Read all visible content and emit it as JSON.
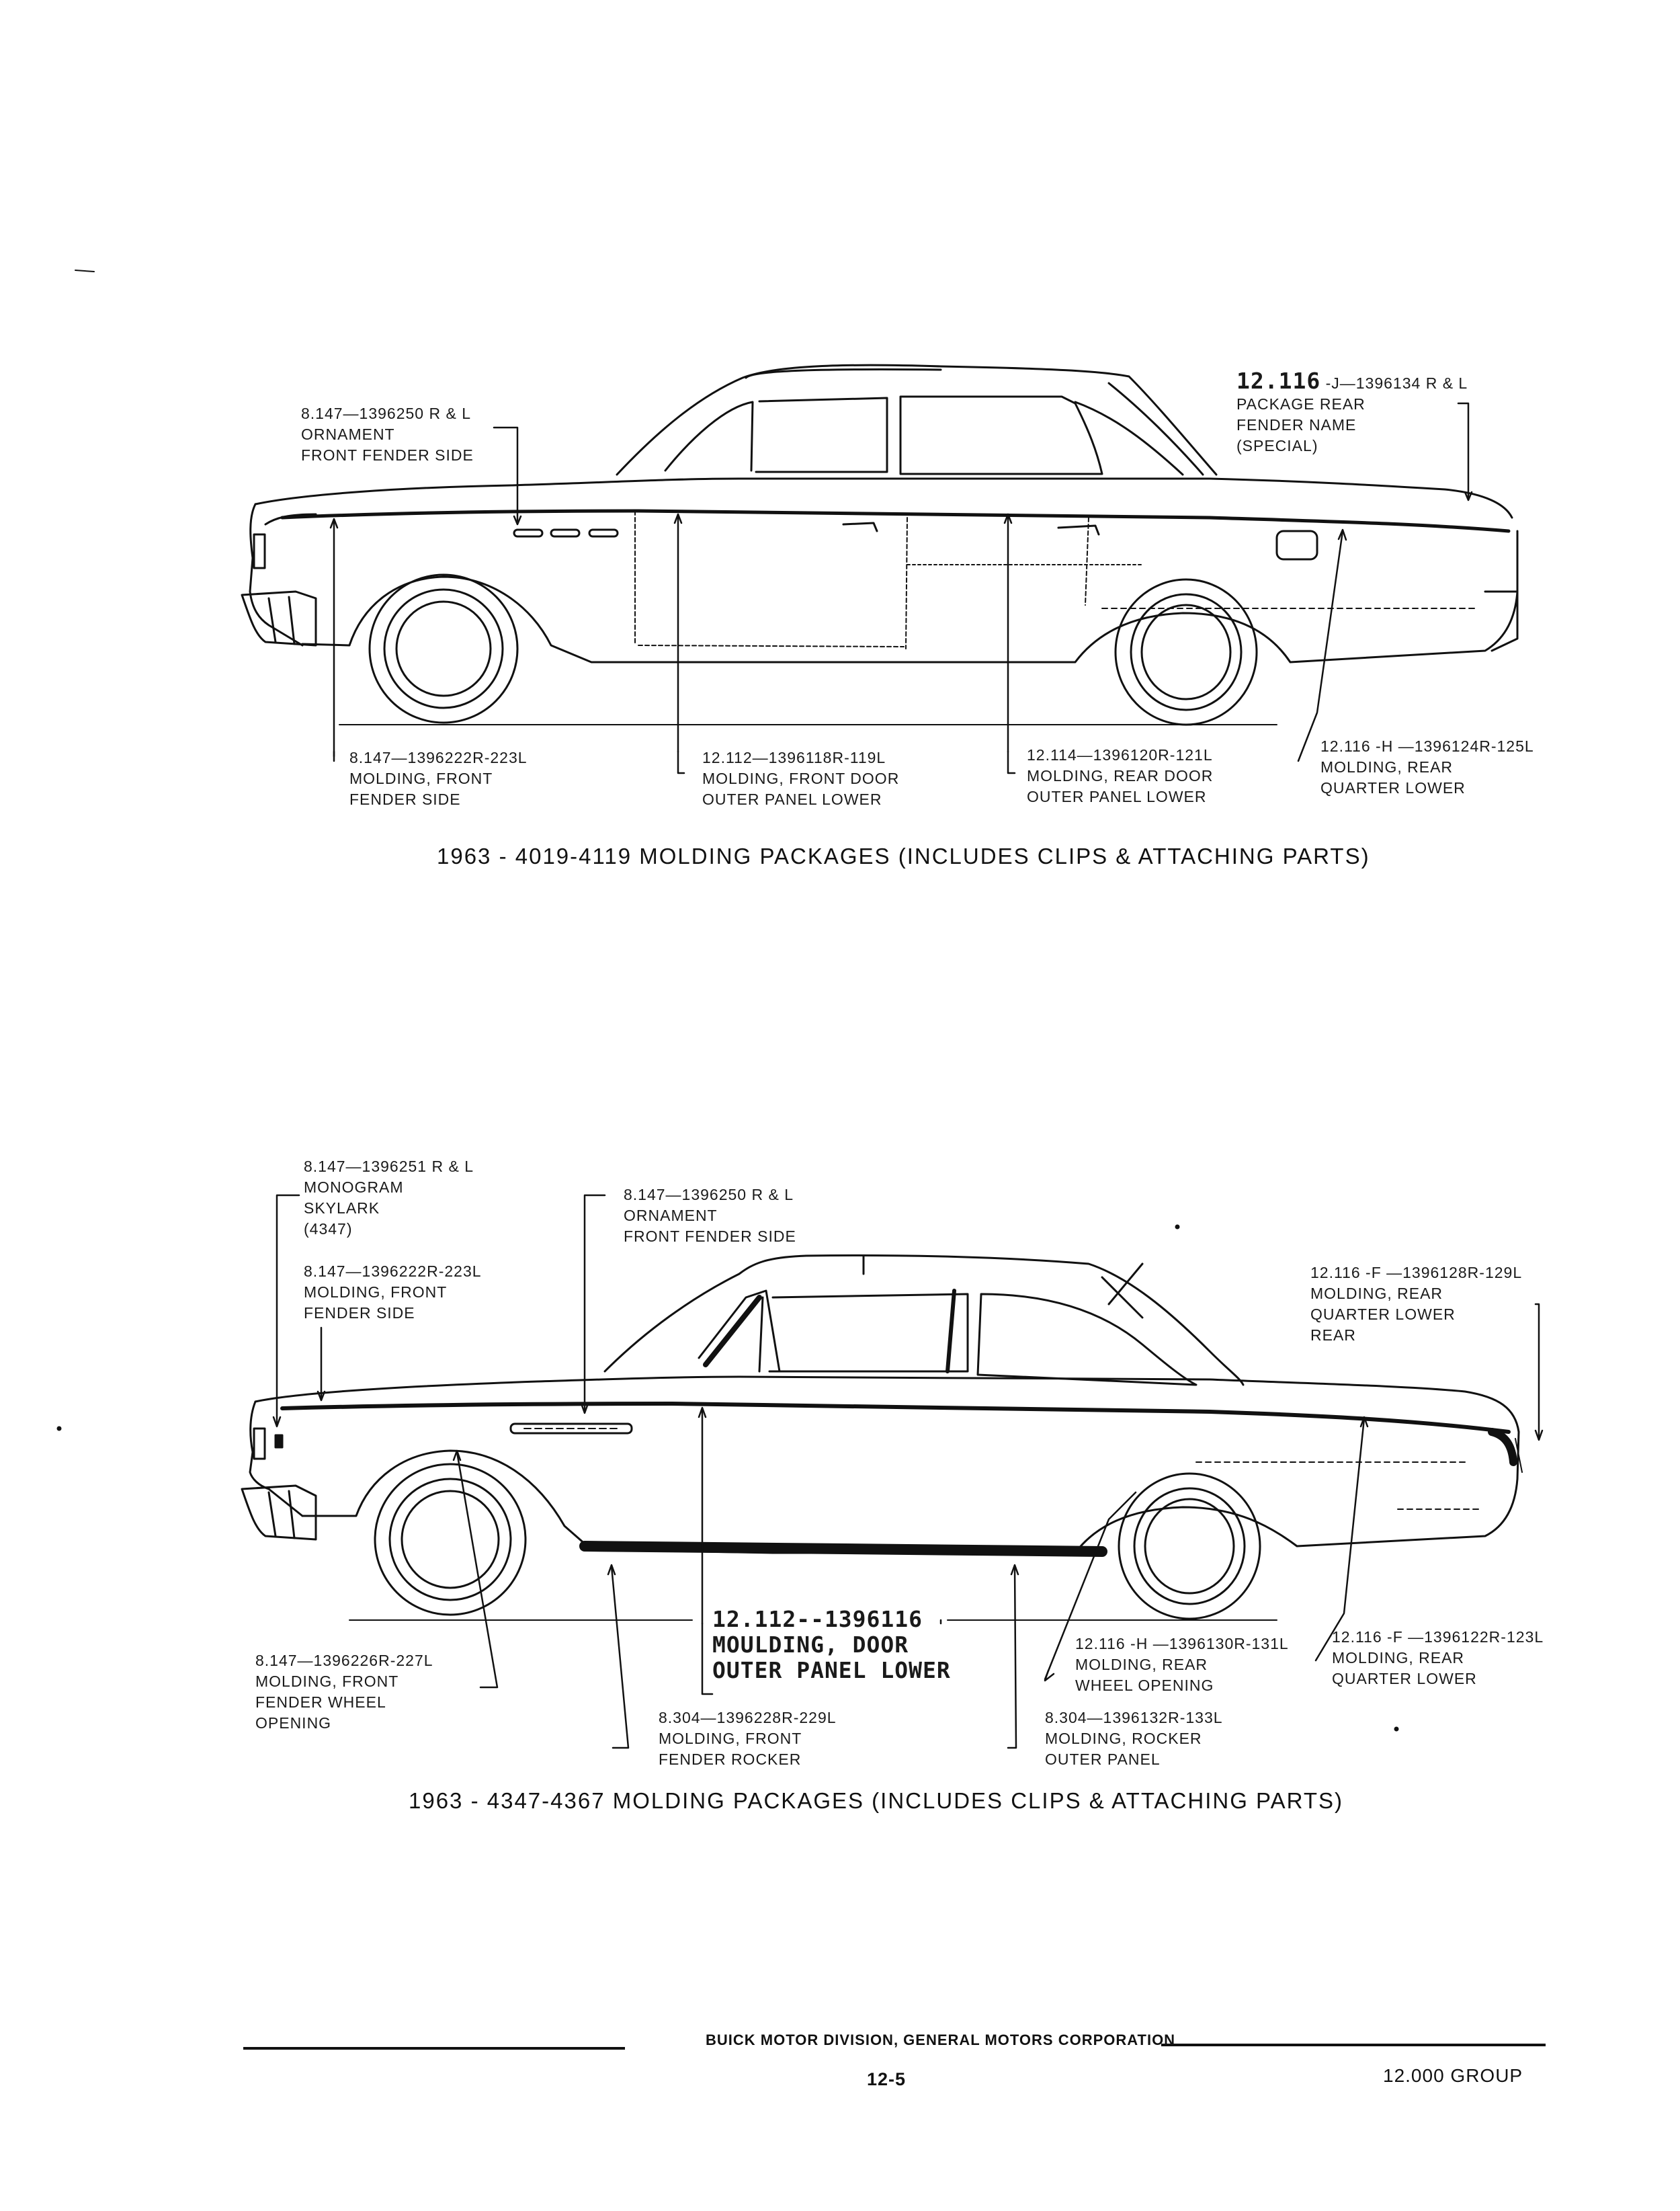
{
  "diagram1": {
    "labels": {
      "ornament_front_fender": [
        "8.147—1396250 R & L",
        "ORNAMENT",
        "FRONT FENDER SIDE"
      ],
      "package_rear_fender_code": "12.116",
      "package_rear_fender_rest": "-J—1396134 R & L",
      "package_rear_fender": [
        "PACKAGE REAR",
        "FENDER NAME",
        "(SPECIAL)"
      ],
      "molding_front_fender_side": [
        "8.147—1396222R-223L",
        "MOLDING, FRONT",
        "FENDER SIDE"
      ],
      "front_door_lower": [
        "12.112—1396118R-119L",
        "MOLDING, FRONT DOOR",
        "OUTER PANEL LOWER"
      ],
      "rear_door_lower": [
        "12.114—1396120R-121L",
        "MOLDING, REAR DOOR",
        "OUTER PANEL LOWER"
      ],
      "rear_quarter_lower": [
        "12.116 -H —1396124R-125L",
        "MOLDING, REAR",
        "QUARTER LOWER"
      ]
    },
    "caption": "1963 - 4019-4119 MOLDING PACKAGES (INCLUDES CLIPS & ATTACHING PARTS)"
  },
  "diagram2": {
    "labels": {
      "monogram_skylark": [
        "8.147—1396251 R & L",
        "MONOGRAM",
        "SKYLARK",
        "(4347)"
      ],
      "ornament_front_fender": [
        "8.147—1396250 R & L",
        "ORNAMENT",
        "FRONT FENDER SIDE"
      ],
      "molding_front_fender_side": [
        "8.147—1396222R-223L",
        "MOLDING, FRONT",
        "FENDER SIDE"
      ],
      "rear_quarter_lower_rear": [
        "12.116 -F —1396128R-129L",
        "MOLDING, REAR",
        "QUARTER LOWER",
        "REAR"
      ],
      "front_door_lower": [
        "12.112--1396116",
        "MOULDING, DOOR",
        "OUTER PANEL LOWER"
      ],
      "front_fender_wheel_opening": [
        "8.147—1396226R-227L",
        "MOLDING, FRONT",
        "FENDER WHEEL",
        "OPENING"
      ],
      "rear_wheel_opening": [
        "12.116 -H —1396130R-131L",
        "MOLDING, REAR",
        "WHEEL OPENING"
      ],
      "rear_quarter_lower": [
        "12.116 -F —1396122R-123L",
        "MOLDING, REAR",
        "QUARTER LOWER"
      ],
      "front_fender_rocker": [
        "8.304—1396228R-229L",
        "MOLDING, FRONT",
        "FENDER ROCKER"
      ],
      "rocker_outer_panel": [
        "8.304—1396132R-133L",
        "MOLDING, ROCKER",
        "OUTER PANEL"
      ]
    },
    "caption": "1963 - 4347-4367 MOLDING PACKAGES (INCLUDES CLIPS & ATTACHING PARTS)"
  },
  "footer": {
    "division": "BUICK MOTOR DIVISION, GENERAL MOTORS CORPORATION",
    "page_number": "12-5",
    "group": "12.000 GROUP"
  }
}
